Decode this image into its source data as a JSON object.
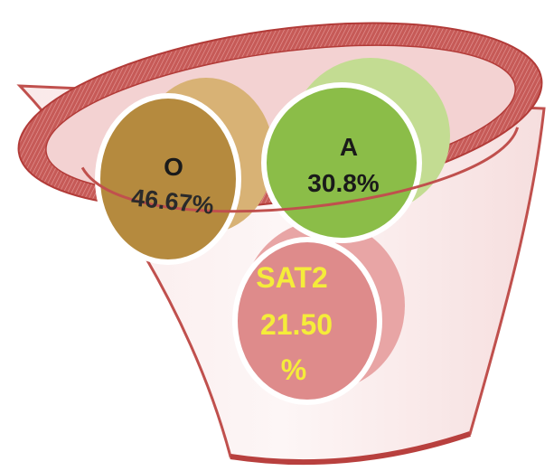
{
  "diagram": {
    "shape": "funnel",
    "colors": {
      "funnel_rim": "#c0504d",
      "funnel_body": "#f5dede",
      "circle_o": "#b58a3e",
      "circle_a": "#8bbd48",
      "circle_sat2": "#e08e8e",
      "sat2_text": "#f5ec3a",
      "dark_text": "#1a1a1a"
    },
    "items": [
      {
        "id": "o",
        "name": "O",
        "value": "46.67%"
      },
      {
        "id": "a",
        "name": "A",
        "value": "30.8%"
      },
      {
        "id": "sat2",
        "name": "SAT2",
        "value_line1": "21.50",
        "value_line2": "%"
      }
    ]
  }
}
